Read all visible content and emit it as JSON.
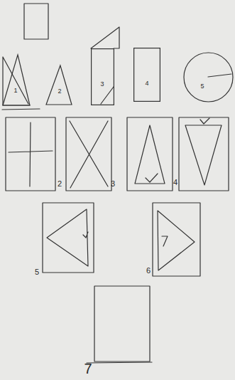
{
  "diagram": {
    "nodes": [
      {
        "text": [
          "1"
        ]
      },
      {
        "text": [
          "2"
        ]
      },
      {
        "text": [
          "3"
        ]
      },
      {
        "text": [
          "4"
        ]
      },
      {
        "text": [
          "5"
        ]
      }
    ],
    "labels": [
      "2",
      "3",
      "4",
      "5",
      "6",
      "7"
    ]
  }
}
